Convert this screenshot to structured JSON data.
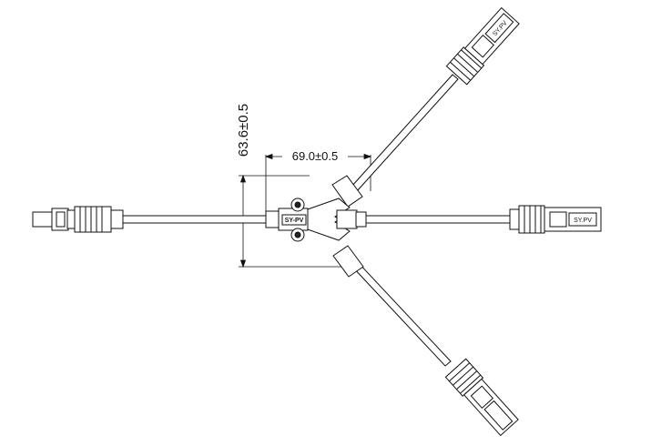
{
  "drawing": {
    "dimensions": {
      "width_label": "69.0±0.5",
      "height_label": "63.6±0.5"
    },
    "hub": {
      "brand_label": "SY-PV"
    },
    "connectors": {
      "brand_label": "SY.PV"
    },
    "colors": {
      "line": "#111111",
      "fill": "#ffffff",
      "dark_fill": "#222222"
    }
  }
}
